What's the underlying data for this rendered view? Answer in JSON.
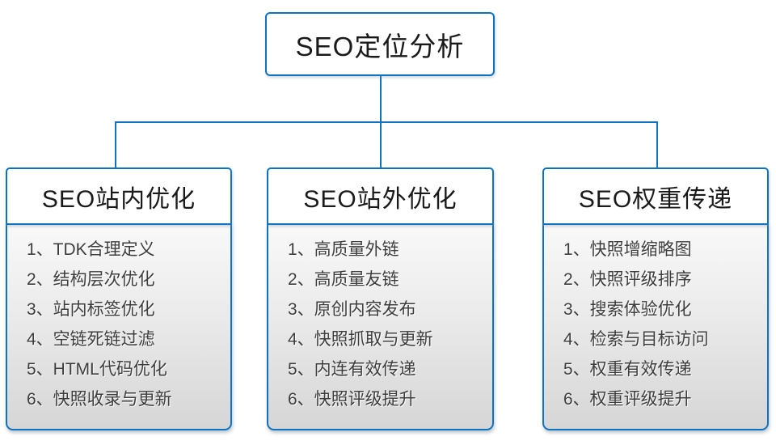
{
  "diagram": {
    "root": {
      "label": "SEO定位分析"
    },
    "columns": [
      {
        "title": "SEO站内优化",
        "items": [
          "1、TDK合理定义",
          "2、结构层次优化",
          "3、站内标签优化",
          "4、空链死链过滤",
          "5、HTML代码优化",
          "6、快照收录与更新"
        ]
      },
      {
        "title": "SEO站外优化",
        "items": [
          "1、高质量外链",
          "2、高质量友链",
          "3、原创内容发布",
          "4、快照抓取与更新",
          "5、内连有效传递",
          "6、快照评级提升"
        ]
      },
      {
        "title": "SEO权重传递",
        "items": [
          "1、快照增缩略图",
          "2、快照评级排序",
          "3、搜索体验优化",
          "4、检索与目标访问",
          "5、权重有效传递",
          "6、权重评级提升"
        ]
      }
    ],
    "colors": {
      "line": "#0f72c1",
      "header_text": "#1a1a1a",
      "item_text": "#3d3d3d"
    }
  }
}
